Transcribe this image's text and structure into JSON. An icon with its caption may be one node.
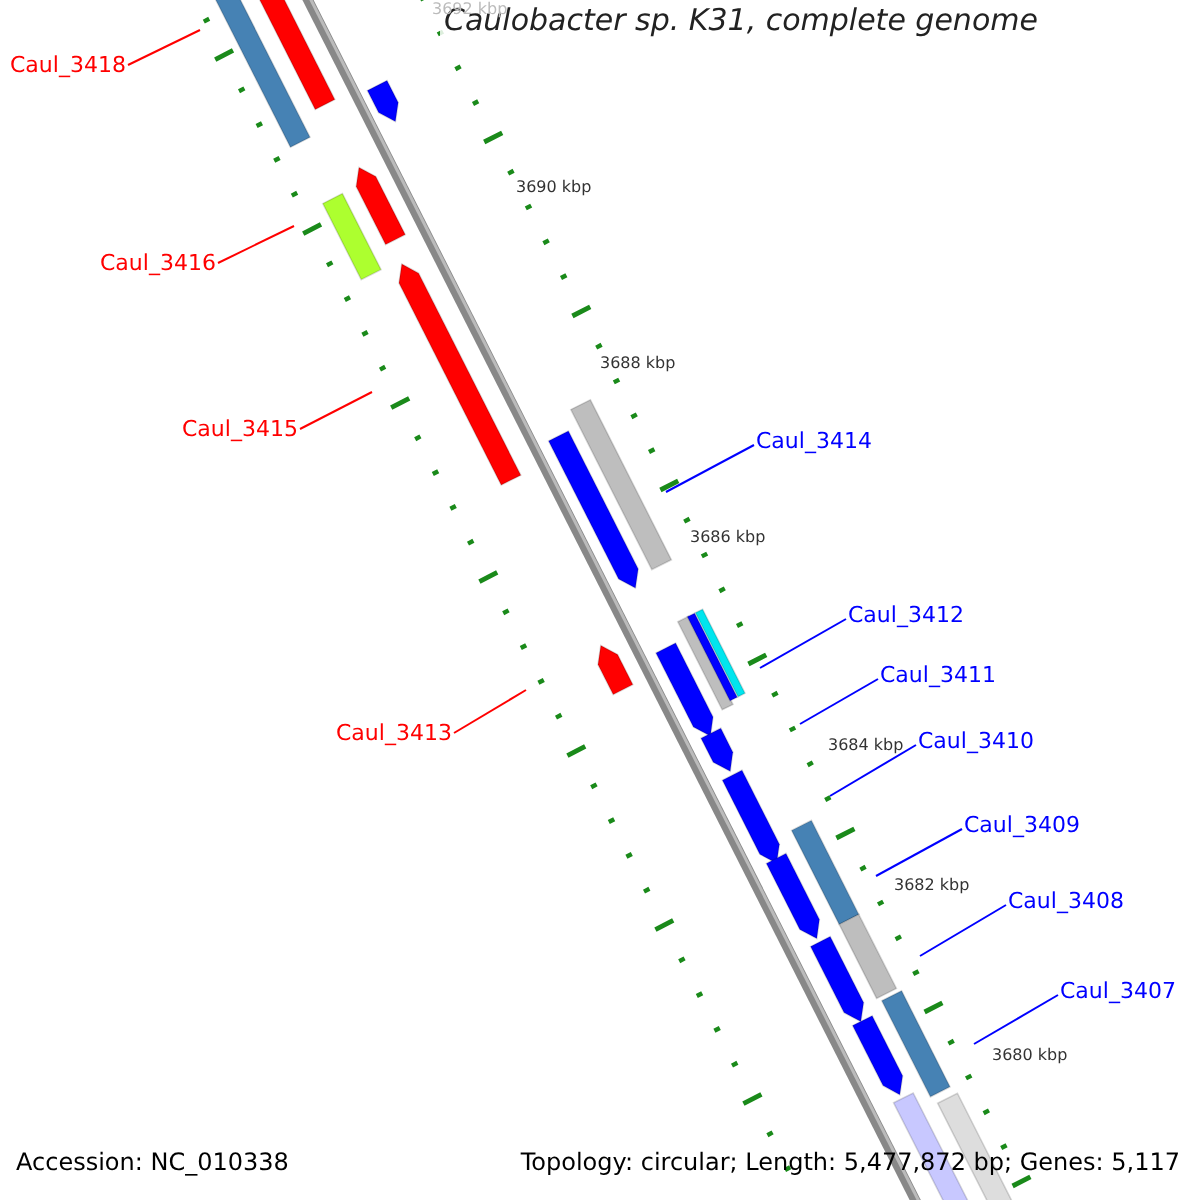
{
  "diagram": {
    "title": "Caulobacter sp. K31, complete genome",
    "nodes": [
      {
        "text": [
          "Caul_3418"
        ]
      },
      {
        "text": [
          "Caul_3416"
        ]
      },
      {
        "text": [
          "Caul_3415"
        ]
      },
      {
        "text": [
          "Caul_3414"
        ]
      },
      {
        "text": [
          "Caul_3412"
        ]
      },
      {
        "text": [
          "Caul_3411"
        ]
      },
      {
        "text": [
          "Caul_3413"
        ]
      },
      {
        "text": [
          "Caul_3410"
        ]
      },
      {
        "text": [
          "Caul_3409"
        ]
      },
      {
        "text": [
          "Caul_3408"
        ]
      },
      {
        "text": [
          "Caul_3407"
        ]
      }
    ],
    "edges": [
      {
        "from": 0,
        "to": null,
        "arrow": "none",
        "color": "#ff0000"
      },
      {
        "from": 1,
        "to": null,
        "arrow": "none",
        "color": "#ff0000"
      },
      {
        "from": 2,
        "to": null,
        "arrow": "none",
        "color": "#ff0000"
      },
      {
        "from": 3,
        "to": null,
        "arrow": "none"
      },
      {
        "from": 4,
        "to": null,
        "arrow": "none"
      },
      {
        "from": 5,
        "to": null,
        "arrow": "none"
      },
      {
        "from": 6,
        "to": null,
        "arrow": "none",
        "color": "#ff0000"
      },
      {
        "from": 7,
        "to": null,
        "arrow": "none"
      },
      {
        "from": 8,
        "to": null,
        "arrow": "none"
      },
      {
        "from": 9,
        "to": null,
        "arrow": "none"
      },
      {
        "from": 10,
        "to": null,
        "arrow": "none"
      }
    ],
    "labels": [
      "3692 kbp",
      "3690 kbp",
      "3688 kbp",
      "3686 kbp",
      "3684 kbp",
      "3682 kbp",
      "3680 kbp",
      "Accession: NC_010338",
      "Topology: circular; Length: 5,477,872 bp; Genes: 5,117"
    ]
  }
}
